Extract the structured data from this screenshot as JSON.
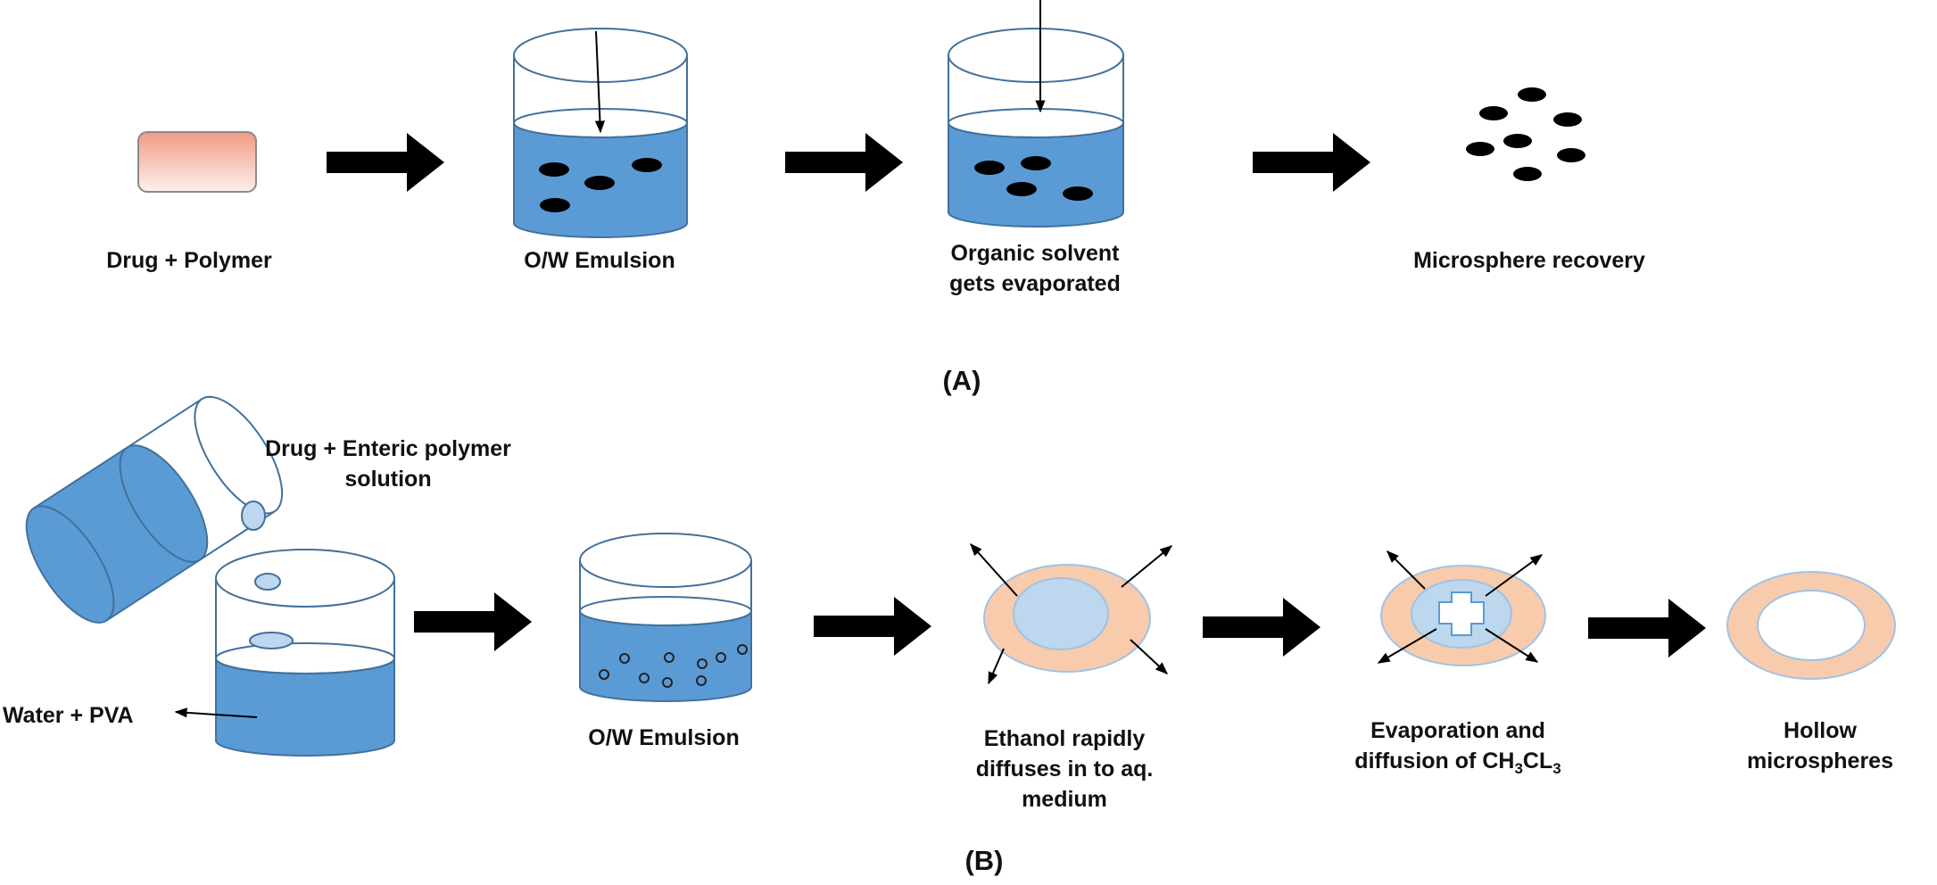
{
  "panel_a": {
    "label": "(A)",
    "step1": "Drug + Polymer",
    "step2": "O/W Emulsion",
    "step3_line1": "Organic solvent",
    "step3_line2": "gets evaporated",
    "step4": "Microsphere recovery"
  },
  "panel_b": {
    "label": "(B)",
    "pour_line1": "Drug + Enteric polymer",
    "pour_line2": "solution",
    "water": "Water + PVA",
    "step2": "O/W Emulsion",
    "step3_line1": "Ethanol rapidly",
    "step3_line2": "diffuses in to aq.",
    "step3_line3": "medium",
    "step4_line1": "Evaporation and",
    "step4_line2_prefix": "diffusion of CH",
    "step4_sub1": "3",
    "step4_mid": "CL",
    "step4_sub2": "3",
    "step5_line1": "Hollow",
    "step5_line2": "microspheres"
  },
  "colors": {
    "water_blue": "#5b9bd5",
    "beaker_outline": "#41719c",
    "shell_orange": "#f8cbad",
    "core_blue": "#bdd7ee",
    "drug_red": "#f4a592",
    "particle_black": "#000000"
  }
}
